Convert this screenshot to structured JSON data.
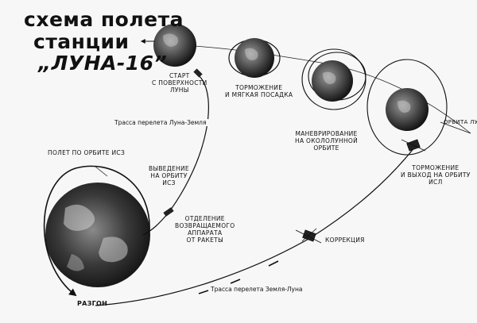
{
  "title": {
    "line1": "схема полета",
    "line2": "станции",
    "line3": "„ЛУНА-16”"
  },
  "labels": {
    "launch_from_moon": [
      "СТАРТ",
      "С ПОВЕРХНОСТИ",
      "ЛУНЫ"
    ],
    "braking_landing": [
      "ТОРМОЖЕНИЕ",
      "И МЯГКАЯ ПОСАДКА"
    ],
    "maneuvering": [
      "МАНЕВРИРОВАНИЕ",
      "НА ОКОЛОЛУННОЙ",
      "ОРБИТЕ"
    ],
    "lunar_orbit": "ОРБИТА ЛУНЫ",
    "braking_lunar_orbit": [
      "ТОРМОЖЕНИЕ",
      "И ВЫХОД НА ОРБИТУ",
      "ИСЛ"
    ],
    "earth_orbit_flight": "ПОЛЕТ ПО ОРБИТЕ ИСЗ",
    "launch_to_orbit": [
      "ВЫВЕДЕНИЕ",
      "НА ОРБИТУ",
      "ИСЗ"
    ],
    "separation": [
      "ОТДЕЛЕНИЕ",
      "ВОЗВРАЩАЕМОГО",
      "АППАРАТА",
      "ОТ РАКЕТЫ"
    ],
    "correction": "КОРРЕКЦИЯ",
    "acceleration": "РАЗГОН"
  },
  "routes": {
    "moon_earth": "Трасса перелета Луна-Земля",
    "earth_moon": "Трасса перелета Земля-Луна"
  }
}
